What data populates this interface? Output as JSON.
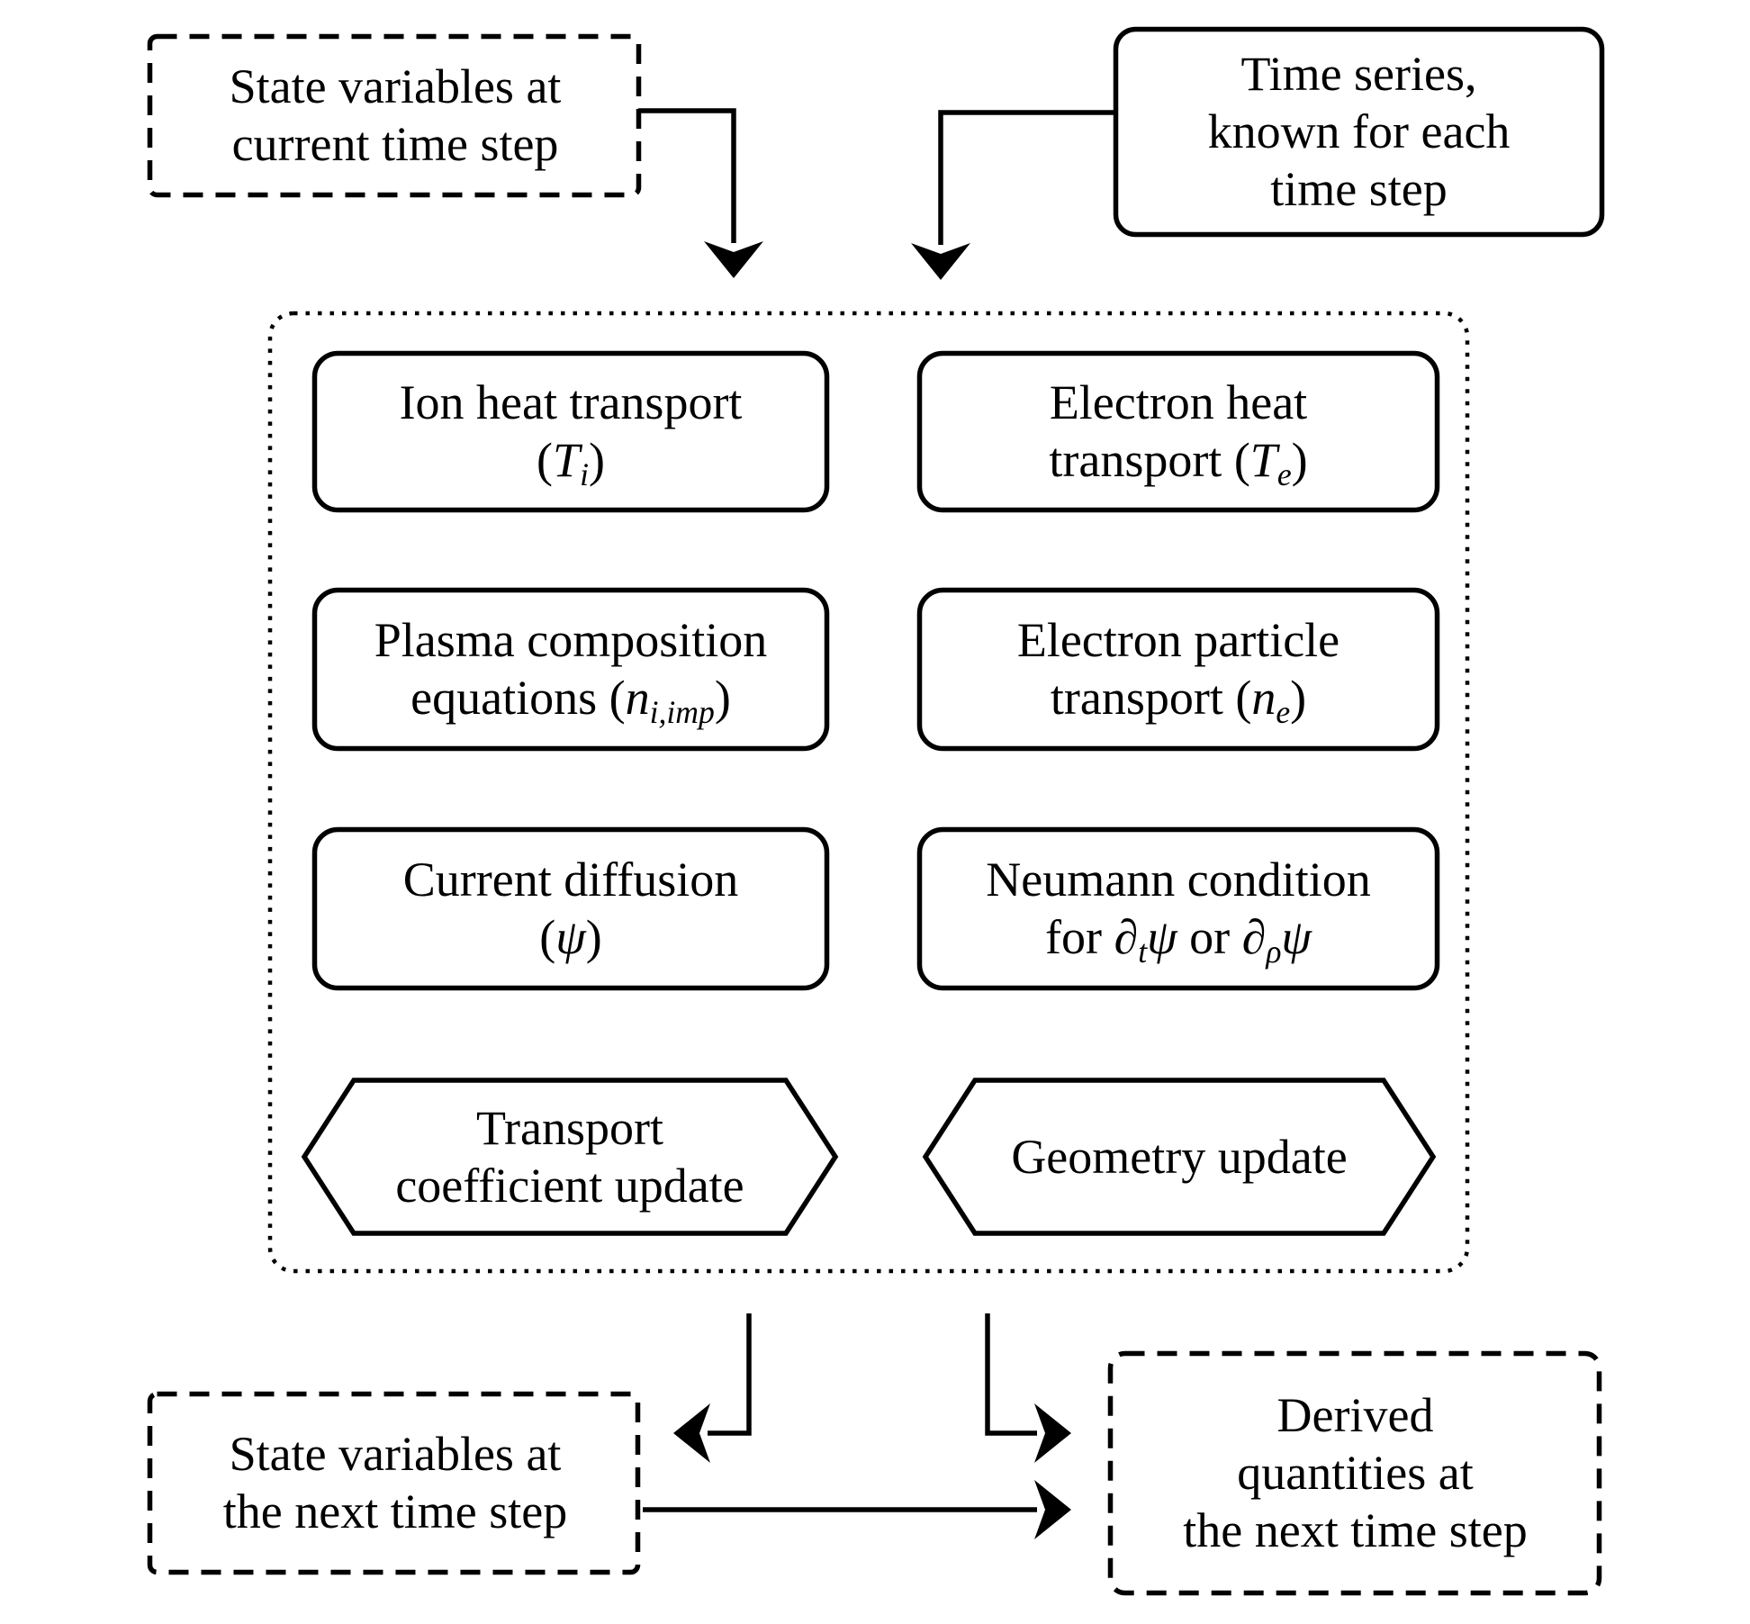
{
  "colors": {
    "ink": "#000000",
    "background": "#ffffff"
  },
  "nodes": {
    "state_current": {
      "lines": [
        [
          {
            "t": "State variables at"
          }
        ],
        [
          {
            "t": "current time step"
          }
        ]
      ]
    },
    "time_series": {
      "lines": [
        [
          {
            "t": "Time series,"
          }
        ],
        [
          {
            "t": "known for each"
          }
        ],
        [
          {
            "t": "time step"
          }
        ]
      ]
    },
    "ion_heat": {
      "lines": [
        [
          {
            "t": "Ion heat transport"
          }
        ],
        [
          {
            "t": "("
          },
          {
            "i": "T"
          },
          {
            "s": "i"
          },
          {
            "t": ")"
          }
        ]
      ]
    },
    "electron_heat": {
      "lines": [
        [
          {
            "t": "Electron heat"
          }
        ],
        [
          {
            "t": "transport ("
          },
          {
            "i": "T"
          },
          {
            "s": "e"
          },
          {
            "t": ")"
          }
        ]
      ]
    },
    "plasma_composition": {
      "lines": [
        [
          {
            "t": "Plasma composition"
          }
        ],
        [
          {
            "t": "equations ("
          },
          {
            "i": "n"
          },
          {
            "s": "i,imp"
          },
          {
            "t": ")"
          }
        ]
      ]
    },
    "electron_particle": {
      "lines": [
        [
          {
            "t": "Electron particle"
          }
        ],
        [
          {
            "t": "transport ("
          },
          {
            "i": "n"
          },
          {
            "s": "e"
          },
          {
            "t": ")"
          }
        ]
      ]
    },
    "current_diffusion": {
      "lines": [
        [
          {
            "t": "Current diffusion"
          }
        ],
        [
          {
            "t": "("
          },
          {
            "i": "ψ"
          },
          {
            "t": ")"
          }
        ]
      ]
    },
    "neumann": {
      "lines": [
        [
          {
            "t": "Neumann condition"
          }
        ],
        [
          {
            "t": "for "
          },
          {
            "i": "∂"
          },
          {
            "s": "t"
          },
          {
            "i": "ψ"
          },
          {
            "t": " or "
          },
          {
            "i": "∂"
          },
          {
            "s": "ρ"
          },
          {
            "i": "ψ"
          }
        ]
      ]
    },
    "transport_update": {
      "lines": [
        [
          {
            "t": "Transport"
          }
        ],
        [
          {
            "t": "coefficient update"
          }
        ]
      ]
    },
    "geometry_update": {
      "lines": [
        [
          {
            "t": "Geometry update"
          }
        ]
      ]
    },
    "state_next": {
      "lines": [
        [
          {
            "t": "State variables at"
          }
        ],
        [
          {
            "t": "the next time step"
          }
        ]
      ]
    },
    "derived_next": {
      "lines": [
        [
          {
            "t": "Derived"
          }
        ],
        [
          {
            "t": "quantities at"
          }
        ],
        [
          {
            "t": "the next time step"
          }
        ]
      ]
    }
  }
}
